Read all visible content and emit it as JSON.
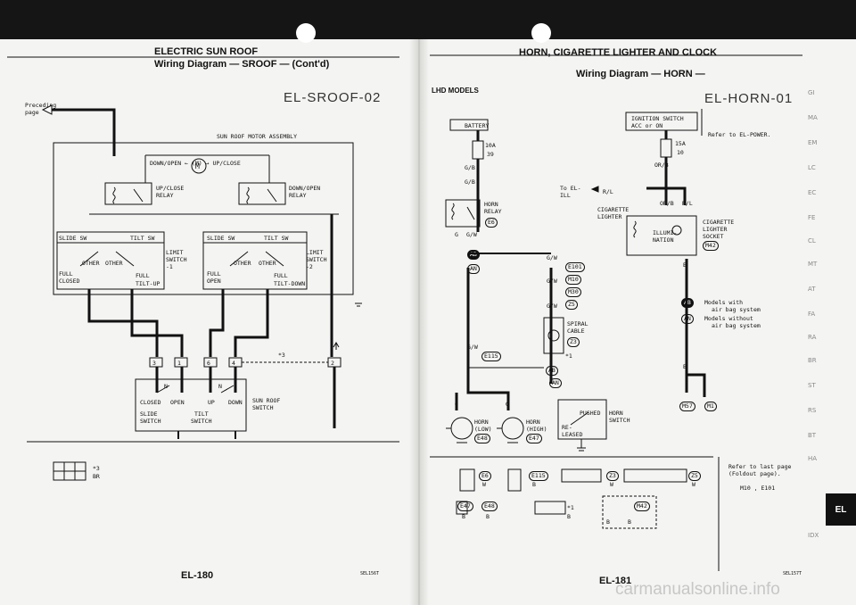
{
  "left_page": {
    "header_title": "ELECTRIC SUN ROOF",
    "subtitle": "Wiring Diagram — SROOF — (Cont'd)",
    "diagram_code": "EL-SROOF-02",
    "preceding_label": "Preceding",
    "preceding_label2": "page",
    "assembly_label": "SUN ROOF MOTOR ASSEMBLY",
    "motor_label": "DOWN/OPEN ← (M) → UP/CLOSE",
    "motor_symbol": "M",
    "relay_up_close": "UP/CLOSE",
    "relay_down_open": "DOWN/OPEN",
    "relay_word": "RELAY",
    "slide_sw": "SLIDE SW",
    "tilt_sw": "TILT SW",
    "limit_switch": "LIMIT",
    "switch_word": "SWITCH",
    "limit_1": "-1",
    "limit_2": "-2",
    "other": "OTHER",
    "full": "FULL",
    "closed": "CLOSED",
    "open": "OPEN",
    "tilt_up": "TILT-UP",
    "tilt_down": "TILT-DOWN",
    "conn_3": "3",
    "conn_1": "1",
    "conn_6": "6",
    "conn_4": "4",
    "conn_2": "2",
    "star3": "*3",
    "n": "N",
    "sw_closed": "CLOSED",
    "sw_open": "OPEN",
    "sw_up": "UP",
    "sw_down": "DOWN",
    "sw_slide": "SLIDE",
    "sw_switch": "SWITCH",
    "sw_tilt": "TILT",
    "sun_roof_switch": "SUN ROOF",
    "conn_box_note": "*3",
    "conn_box_note2": "BR",
    "page_no": "EL-180",
    "ref": "SEL156T"
  },
  "right_page": {
    "header_title": "HORN, CIGARETTE LIGHTER AND CLOCK",
    "subtitle": "Wiring Diagram — HORN —",
    "lhd": "LHD MODELS",
    "diagram_code": "EL-HORN-01",
    "battery": "BATTERY",
    "ign_switch": "IGNITION SWITCH",
    "ign_switch2": "ACC or ON",
    "refer_power": "Refer to EL-POWER.",
    "fuse_10a": "10A",
    "fuse_39": "39",
    "fuse_15a": "15A",
    "fuse_10": "10",
    "gb": "G/B",
    "orb": "OR/B",
    "rl": "R/L",
    "to_el": "To EL-",
    "ill": "ILL",
    "horn_relay": "HORN",
    "relay": "RELAY",
    "e6": "E6",
    "g": "G",
    "gw": "G/W",
    "cigarette": "CIGARETTE",
    "lighter": "LIGHTER",
    "socket": "SOCKET",
    "illumination": "ILLUMI-",
    "nation": "NATION",
    "m42": "M42",
    "b": "B",
    "ab": "AB",
    "an": "AN",
    "note_ab": "Models with",
    "note_ab2": "air bag system",
    "note_an": "Models without",
    "note_an2": "air bag system",
    "e101": "E101",
    "m10": "M10",
    "m30": "M30",
    "z5": "Z5",
    "spiral": "SPIRAL",
    "cable": "CABLE",
    "z3": "Z3",
    "e115": "E115",
    "star1": "*1",
    "horn_low": "HORN",
    "low": "(LOW)",
    "e48": "E48",
    "horn_high": "HORN",
    "high": "(HIGH)",
    "e47": "E47",
    "pushed": "PUSHED",
    "released": "RE-",
    "leased": "LEASED",
    "horn_switch": "HORN",
    "horn_switch2": "SWITCH",
    "m57": "M57",
    "m1": "M1",
    "refer_last": "Refer to last page",
    "foldout": "(Foldout page).",
    "m10_e101": "M10 , E101",
    "w": "W",
    "page_no": "EL-181",
    "ref": "SEL157T"
  },
  "side_index": [
    "GI",
    "MA",
    "EM",
    "LC",
    "EC",
    "FE",
    "CL",
    "MT",
    "AT",
    "FA",
    "RA",
    "BR",
    "ST",
    "RS",
    "BT",
    "HA",
    "EL",
    "IDX"
  ],
  "active_tab": "EL",
  "watermark": "carmanualsonline.info"
}
